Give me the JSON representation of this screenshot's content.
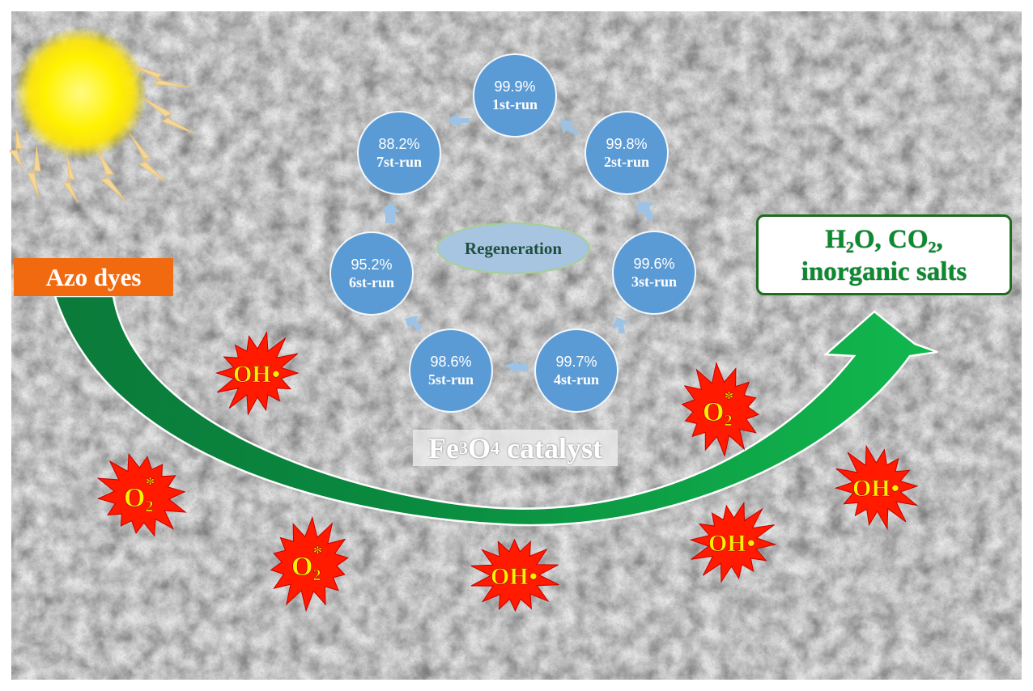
{
  "source_label": "Azo dyes",
  "products": {
    "line1_parts": [
      "H",
      "2",
      "O, CO",
      "2",
      ","
    ],
    "line2": "inorganic salts"
  },
  "catalyst": {
    "prefix": "Fe",
    "sub1": "3",
    "mid": "O",
    "sub2": "4",
    "suffix": " catalyst"
  },
  "cycle_center": "Regeneration",
  "runs": [
    {
      "pct": "99.9%",
      "label": "1st-run"
    },
    {
      "pct": "99.8%",
      "label": "2st-run"
    },
    {
      "pct": "99.6%",
      "label": "3st-run"
    },
    {
      "pct": "99.7%",
      "label": "4st-run"
    },
    {
      "pct": "98.6%",
      "label": "5st-run"
    },
    {
      "pct": "95.2%",
      "label": "6st-run"
    },
    {
      "pct": "88.2%",
      "label": "7st-run"
    }
  ],
  "radicals": {
    "oh": "OH",
    "dot": "•",
    "o2": "O",
    "o2_sub": "2",
    "o2_sup": "*"
  },
  "colors": {
    "arrow_green": "#0aa84a",
    "burst_red": "#ff1a00",
    "burst_text": "#ffee00",
    "circle_blue": "#5b9bd5",
    "sun_yellow": "#fff200",
    "azo_orange": "#f26a10"
  }
}
